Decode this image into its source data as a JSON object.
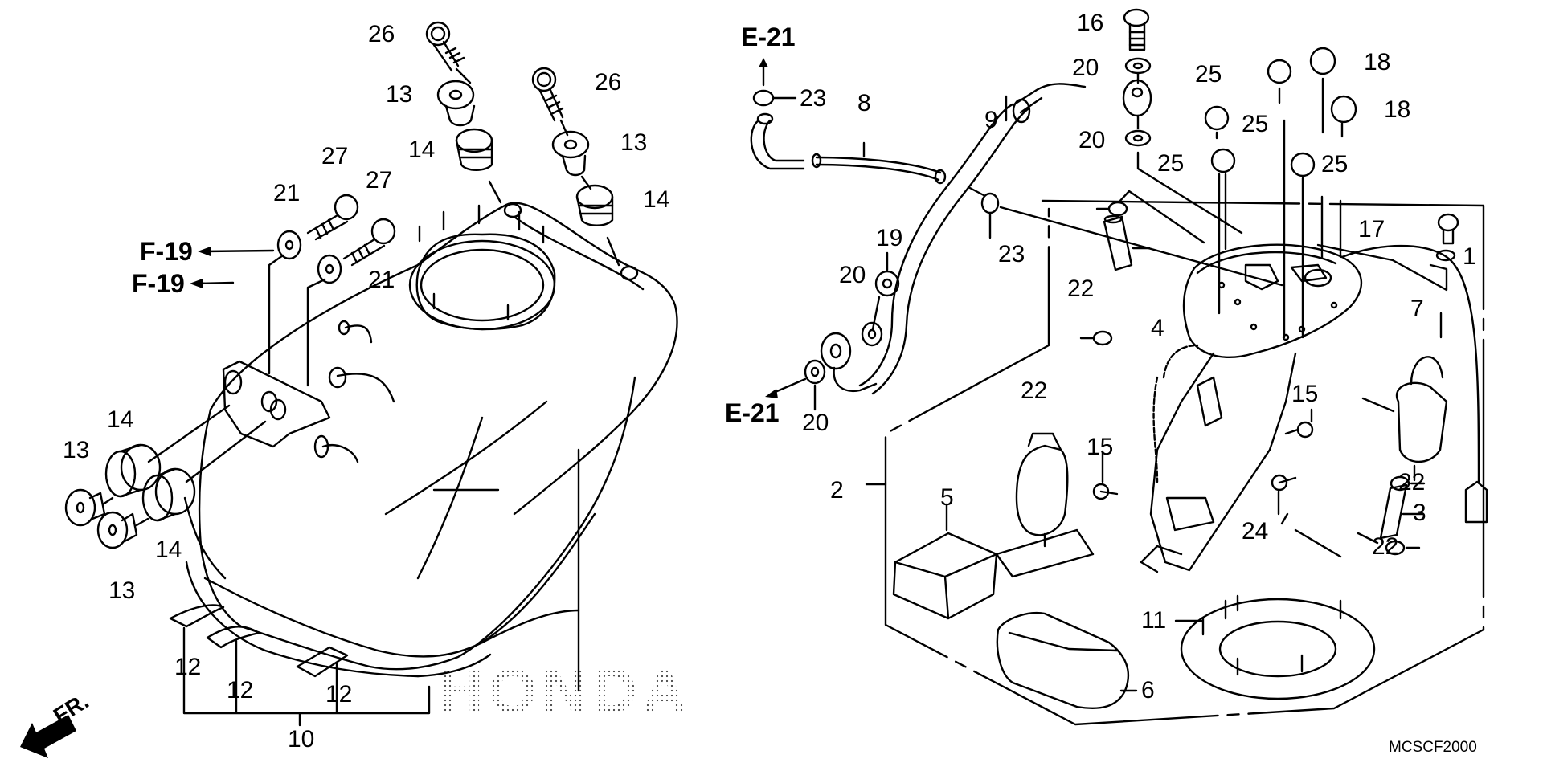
{
  "diagram": {
    "title": "Fuel tank / fuel pump exploded parts diagram",
    "drawing_code": "MCSCF2000",
    "watermark": "HONDA",
    "front_indicator": "FR.",
    "colors": {
      "line": "#000000",
      "background": "#ffffff",
      "watermark_dots": "#555555"
    }
  },
  "references": {
    "e21_top": "E-21",
    "e21_mid": "E-21",
    "f19_upper": "F-19",
    "f19_lower": "F-19"
  },
  "callouts": {
    "c26a": "26",
    "c13a": "13",
    "c14a": "14",
    "c26b": "26",
    "c13b": "13",
    "c14b": "14",
    "c27a": "27",
    "c27b": "27",
    "c21a": "21",
    "c21b": "21",
    "c14c": "14",
    "c13c": "13",
    "c14d": "14",
    "c13d": "13",
    "c12a": "12",
    "c12b": "12",
    "c12c": "12",
    "c10": "10",
    "c23a": "23",
    "c8": "8",
    "c9": "9",
    "c19": "19",
    "c20a": "20",
    "c20b": "20",
    "c23b": "23",
    "c16": "16",
    "c20c": "20",
    "c20d": "20",
    "c25a": "25",
    "c25b": "25",
    "c25c": "25",
    "c25d": "25",
    "c18a": "18",
    "c18b": "18",
    "c17": "17",
    "c1": "1",
    "c22a": "22",
    "c4": "4",
    "c22b": "22",
    "c15a": "15",
    "c2": "2",
    "c5": "5",
    "c7": "7",
    "c15b": "15",
    "c22c": "22",
    "c3": "3",
    "c22d": "22",
    "c24": "24",
    "c11": "11",
    "c6": "6"
  }
}
